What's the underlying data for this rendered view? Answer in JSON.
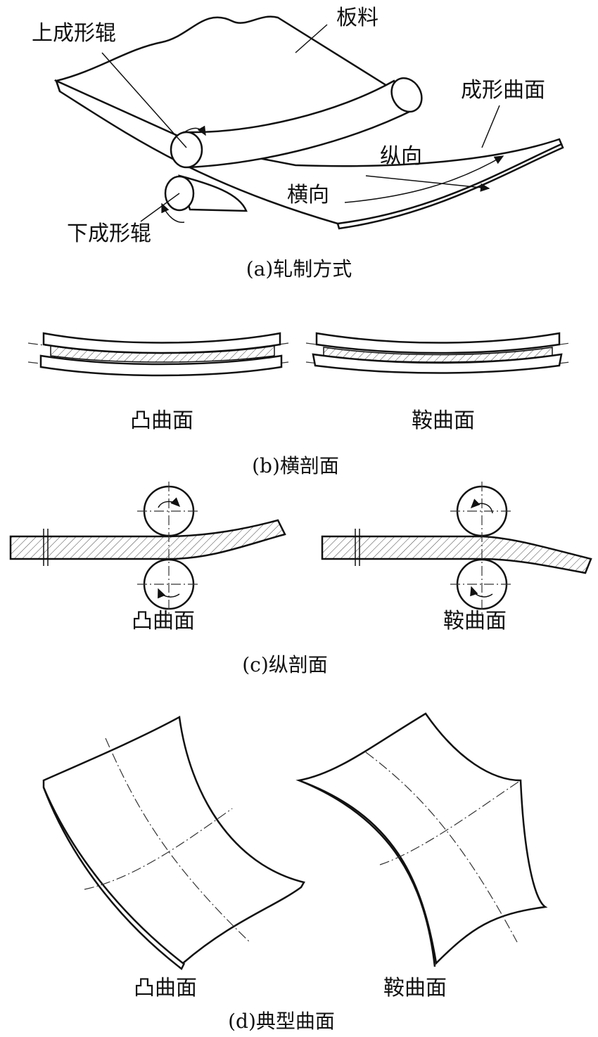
{
  "part_a": {
    "sheet": "板料",
    "upper_roller": "上成形辊",
    "formed_surface": "成形曲面",
    "longitudinal": "纵向",
    "transverse": "横向",
    "lower_roller": "下成形辊",
    "caption": "(a)轧制方式"
  },
  "part_b": {
    "convex": "凸曲面",
    "saddle": "鞍曲面",
    "caption": "(b)横剖面"
  },
  "part_c": {
    "convex": "凸曲面",
    "saddle": "鞍曲面",
    "caption": "(c)纵剖面"
  },
  "part_d": {
    "convex": "凸曲面",
    "saddle": "鞍曲面",
    "caption": "(d)典型曲面"
  }
}
